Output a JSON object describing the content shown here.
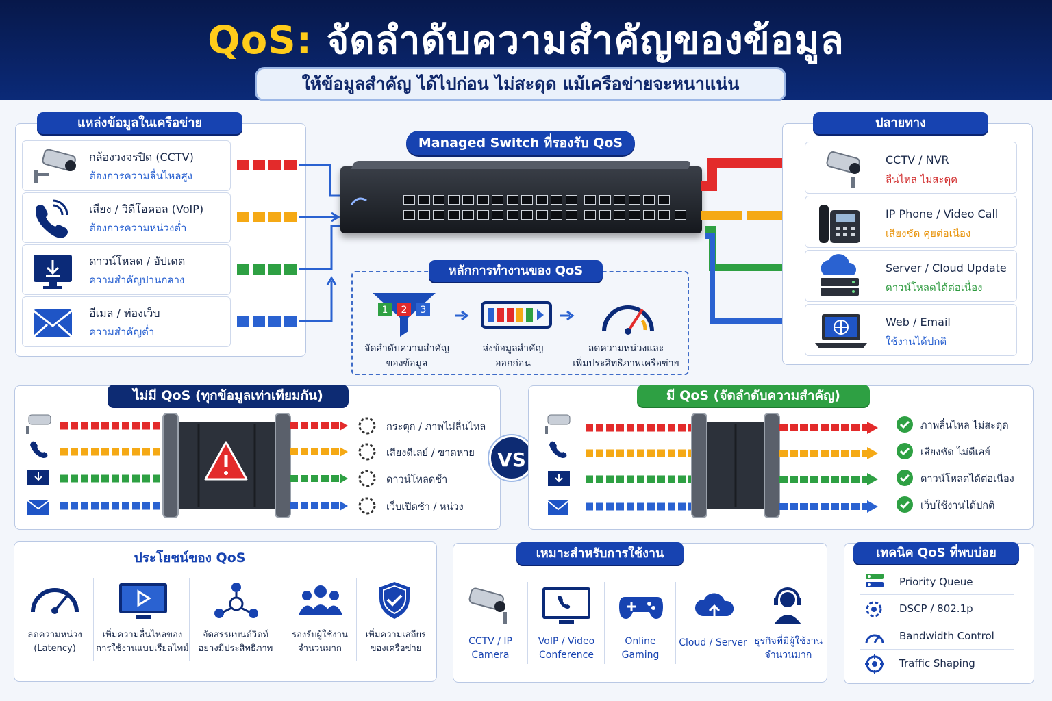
{
  "header": {
    "title_qos": "QoS:",
    "title_rest": " จัดลำดับความสำคัญของข้อมูล",
    "subtitle": "ให้ข้อมูลสำคัญ ได้ไปก่อน ไม่สะดุด แม้เครือข่ายจะหนาแน่น"
  },
  "sources": {
    "title": "แหล่งข้อมูลในเครือข่าย",
    "items": [
      {
        "name": "กล้องวงจรปิด (CCTV)",
        "desc": "ต้องการความลื่นไหลสูง",
        "icon": "cctv-camera-icon",
        "color": "#e32b2b"
      },
      {
        "name": "เสียง / วิดีโอคอล (VoIP)",
        "desc": "ต้องการความหน่วงต่ำ",
        "icon": "phone-call-icon",
        "color": "#f5a915"
      },
      {
        "name": "ดาวน์โหลด / อัปเดต",
        "desc": "ความสำคัญปานกลาง",
        "icon": "download-monitor-icon",
        "color": "#2ea043"
      },
      {
        "name": "อีเมล / ท่องเว็บ",
        "desc": "ความสำคัญต่ำ",
        "icon": "email-icon",
        "color": "#2a62d1"
      }
    ]
  },
  "switch": {
    "title": "Managed Switch ที่รองรับ QoS"
  },
  "principle": {
    "title": "หลักการทำงานของ QoS",
    "steps": [
      {
        "line1": "จัดลำดับความสำคัญ",
        "line2": "ของข้อมูล",
        "icon": "priority-funnel-icon"
      },
      {
        "line1": "ส่งข้อมูลสำคัญ",
        "line2": "ออกก่อน",
        "icon": "ordered-packets-icon"
      },
      {
        "line1": "ลดความหน่วงและ",
        "line2": "เพิ่มประสิทธิภาพเครือข่าย",
        "icon": "speedometer-icon"
      }
    ],
    "numbers": [
      "1",
      "2",
      "3"
    ]
  },
  "destinations": {
    "title": "ปลายทาง",
    "items": [
      {
        "name": "CCTV / NVR",
        "desc": "ลื่นไหล ไม่สะดุด",
        "icon": "cctv-camera-icon",
        "color": "#d12b2b"
      },
      {
        "name": "IP Phone / Video Call",
        "desc": "เสียงชัด คุยต่อเนื่อง",
        "icon": "ip-phone-icon",
        "color": "#e8940c"
      },
      {
        "name": "Server / Cloud Update",
        "desc": "ดาวน์โหลดได้ต่อเนื่อง",
        "icon": "cloud-server-icon",
        "color": "#2e9a3f"
      },
      {
        "name": "Web / Email",
        "desc": "ใช้งานได้ปกติ",
        "icon": "laptop-globe-icon",
        "color": "#2a62d1"
      }
    ]
  },
  "without_qos": {
    "title": "ไม่มี QoS (ทุกข้อมูลเท่าเทียมกัน)",
    "results": [
      "กระตุก / ภาพไม่ลื่นไหล",
      "เสียงดีเลย์ / ขาดหาย",
      "ดาวน์โหลดช้า",
      "เว็บเปิดช้า / หน่วง"
    ]
  },
  "vs": "VS",
  "with_qos": {
    "title": "มี QoS (จัดลำดับความสำคัญ)",
    "results": [
      "ภาพลื่นไหล ไม่สะดุด",
      "เสียงชัด ไม่ดีเลย์",
      "ดาวน์โหลดได้ต่อเนื่อง",
      "เว็บใช้งานได้ปกติ"
    ]
  },
  "benefits": {
    "title": "ประโยชน์ของ QoS",
    "items": [
      {
        "line1": "ลดความหน่วง",
        "line2": "(Latency)",
        "icon": "speedometer-icon"
      },
      {
        "line1": "เพิ่มความลื่นไหลของ",
        "line2": "การใช้งานแบบเรียลไทม์",
        "icon": "play-monitor-icon"
      },
      {
        "line1": "จัดสรรแบนด์วิดท์",
        "line2": "อย่างมีประสิทธิภาพ",
        "icon": "network-nodes-icon"
      },
      {
        "line1": "รองรับผู้ใช้งาน",
        "line2": "จำนวนมาก",
        "icon": "users-group-icon"
      },
      {
        "line1": "เพิ่มความเสถียร",
        "line2": "ของเครือข่าย",
        "icon": "shield-check-icon"
      }
    ]
  },
  "usage": {
    "title": "เหมาะสำหรับการใช้งาน",
    "items": [
      {
        "line1": "CCTV / IP",
        "line2": "Camera",
        "icon": "cctv-camera-icon"
      },
      {
        "line1": "VoIP / Video",
        "line2": "Conference",
        "icon": "video-call-icon"
      },
      {
        "line1": "Online",
        "line2": "Gaming",
        "icon": "gamepad-icon"
      },
      {
        "line1": "Cloud / Server",
        "line2": "",
        "icon": "cloud-upload-icon"
      },
      {
        "line1": "ธุรกิจที่มีผู้ใช้งาน",
        "line2": "จำนวนมาก",
        "icon": "headset-user-icon"
      }
    ]
  },
  "techniques": {
    "title": "เทคนิค QoS ที่พบบ่อย",
    "items": [
      {
        "label": "Priority Queue",
        "icon": "queue-icon"
      },
      {
        "label": "DSCP / 802.1p",
        "icon": "tag-gear-icon"
      },
      {
        "label": "Bandwidth Control",
        "icon": "gauge-icon"
      },
      {
        "label": "Traffic Shaping",
        "icon": "target-icon"
      }
    ]
  },
  "colors": {
    "navy": "#0b2a78",
    "blue": "#2a62d1",
    "red": "#e32b2b",
    "orange": "#f5a915",
    "green": "#2ea043",
    "yellow": "#ffcc1a"
  }
}
